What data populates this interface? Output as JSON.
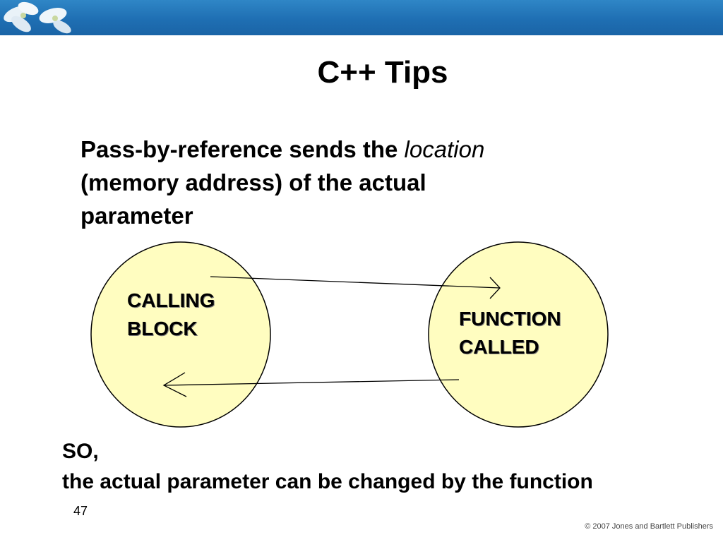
{
  "slide": {
    "title": "C++ Tips",
    "body": {
      "bold_lead": "Pass-by-reference",
      "text_before_italic": " sends the ",
      "italic_word": "location",
      "line2": "(memory address) of the actual",
      "line3": "parameter"
    },
    "diagram": {
      "left_circle": {
        "line1": "CALLING",
        "line2": "BLOCK"
      },
      "right_circle": {
        "line1": "FUNCTION",
        "line2": "CALLED"
      },
      "circle_fill": "#fffdc0",
      "stroke_color": "#000000"
    },
    "conclusion": {
      "line1": "SO,",
      "line2": "the actual parameter can be changed by the function"
    },
    "page_number": "47",
    "copyright": "© 2007 Jones and Bartlett Publishers"
  },
  "colors": {
    "banner": "#1f6fb3",
    "text": "#000000"
  }
}
